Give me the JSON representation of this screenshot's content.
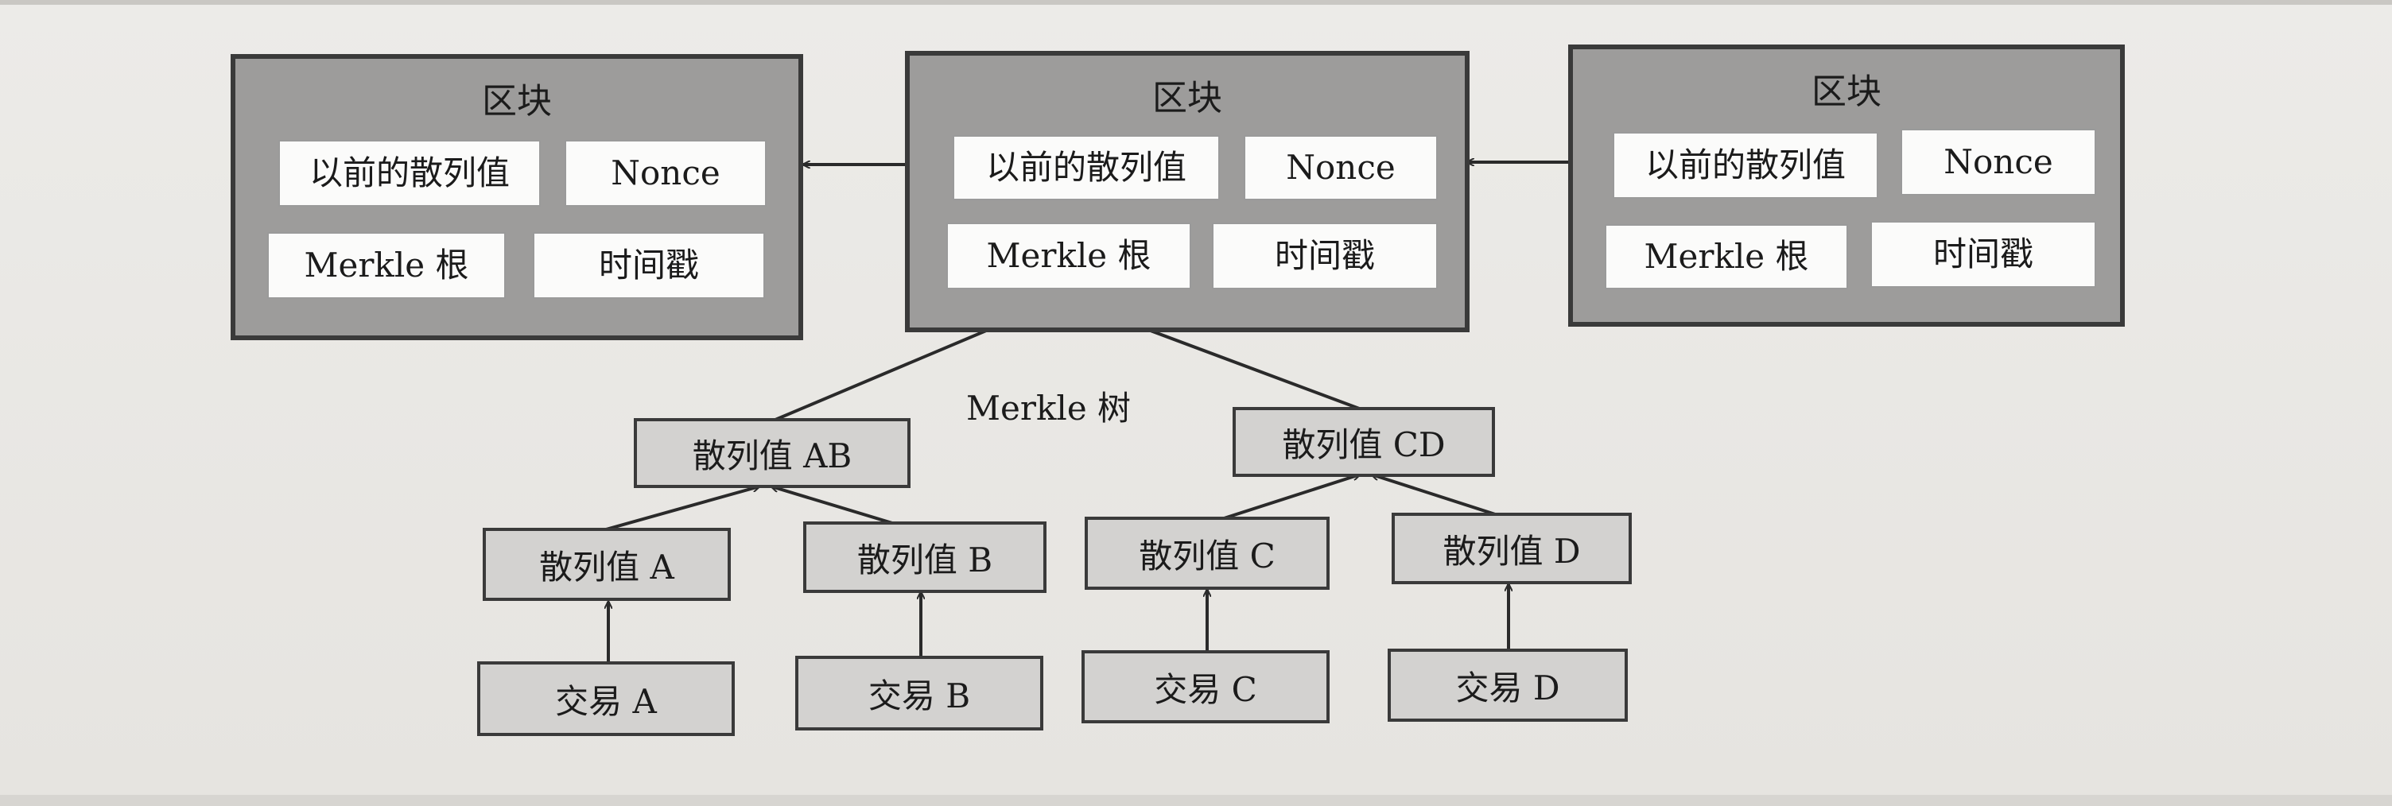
{
  "blocks": [
    {
      "title": "区块",
      "prev_hash": "以前的散列值",
      "nonce": "Nonce",
      "merkle_root": "Merkle 根",
      "timestamp": "时间戳"
    },
    {
      "title": "区块",
      "prev_hash": "以前的散列值",
      "nonce": "Nonce",
      "merkle_root": "Merkle 根",
      "timestamp": "时间戳"
    },
    {
      "title": "区块",
      "prev_hash": "以前的散列值",
      "nonce": "Nonce",
      "merkle_root": "Merkle 根",
      "timestamp": "时间戳"
    }
  ],
  "merkle_tree_label": "Merkle 树",
  "hash_pairs": {
    "ab": "散列值 AB",
    "cd": "散列值 CD"
  },
  "hashes": {
    "a": "散列值 A",
    "b": "散列值 B",
    "c": "散列值 C",
    "d": "散列值 D"
  },
  "transactions": {
    "a": "交易 A",
    "b": "交易 B",
    "c": "交易 C",
    "d": "交易 D"
  }
}
